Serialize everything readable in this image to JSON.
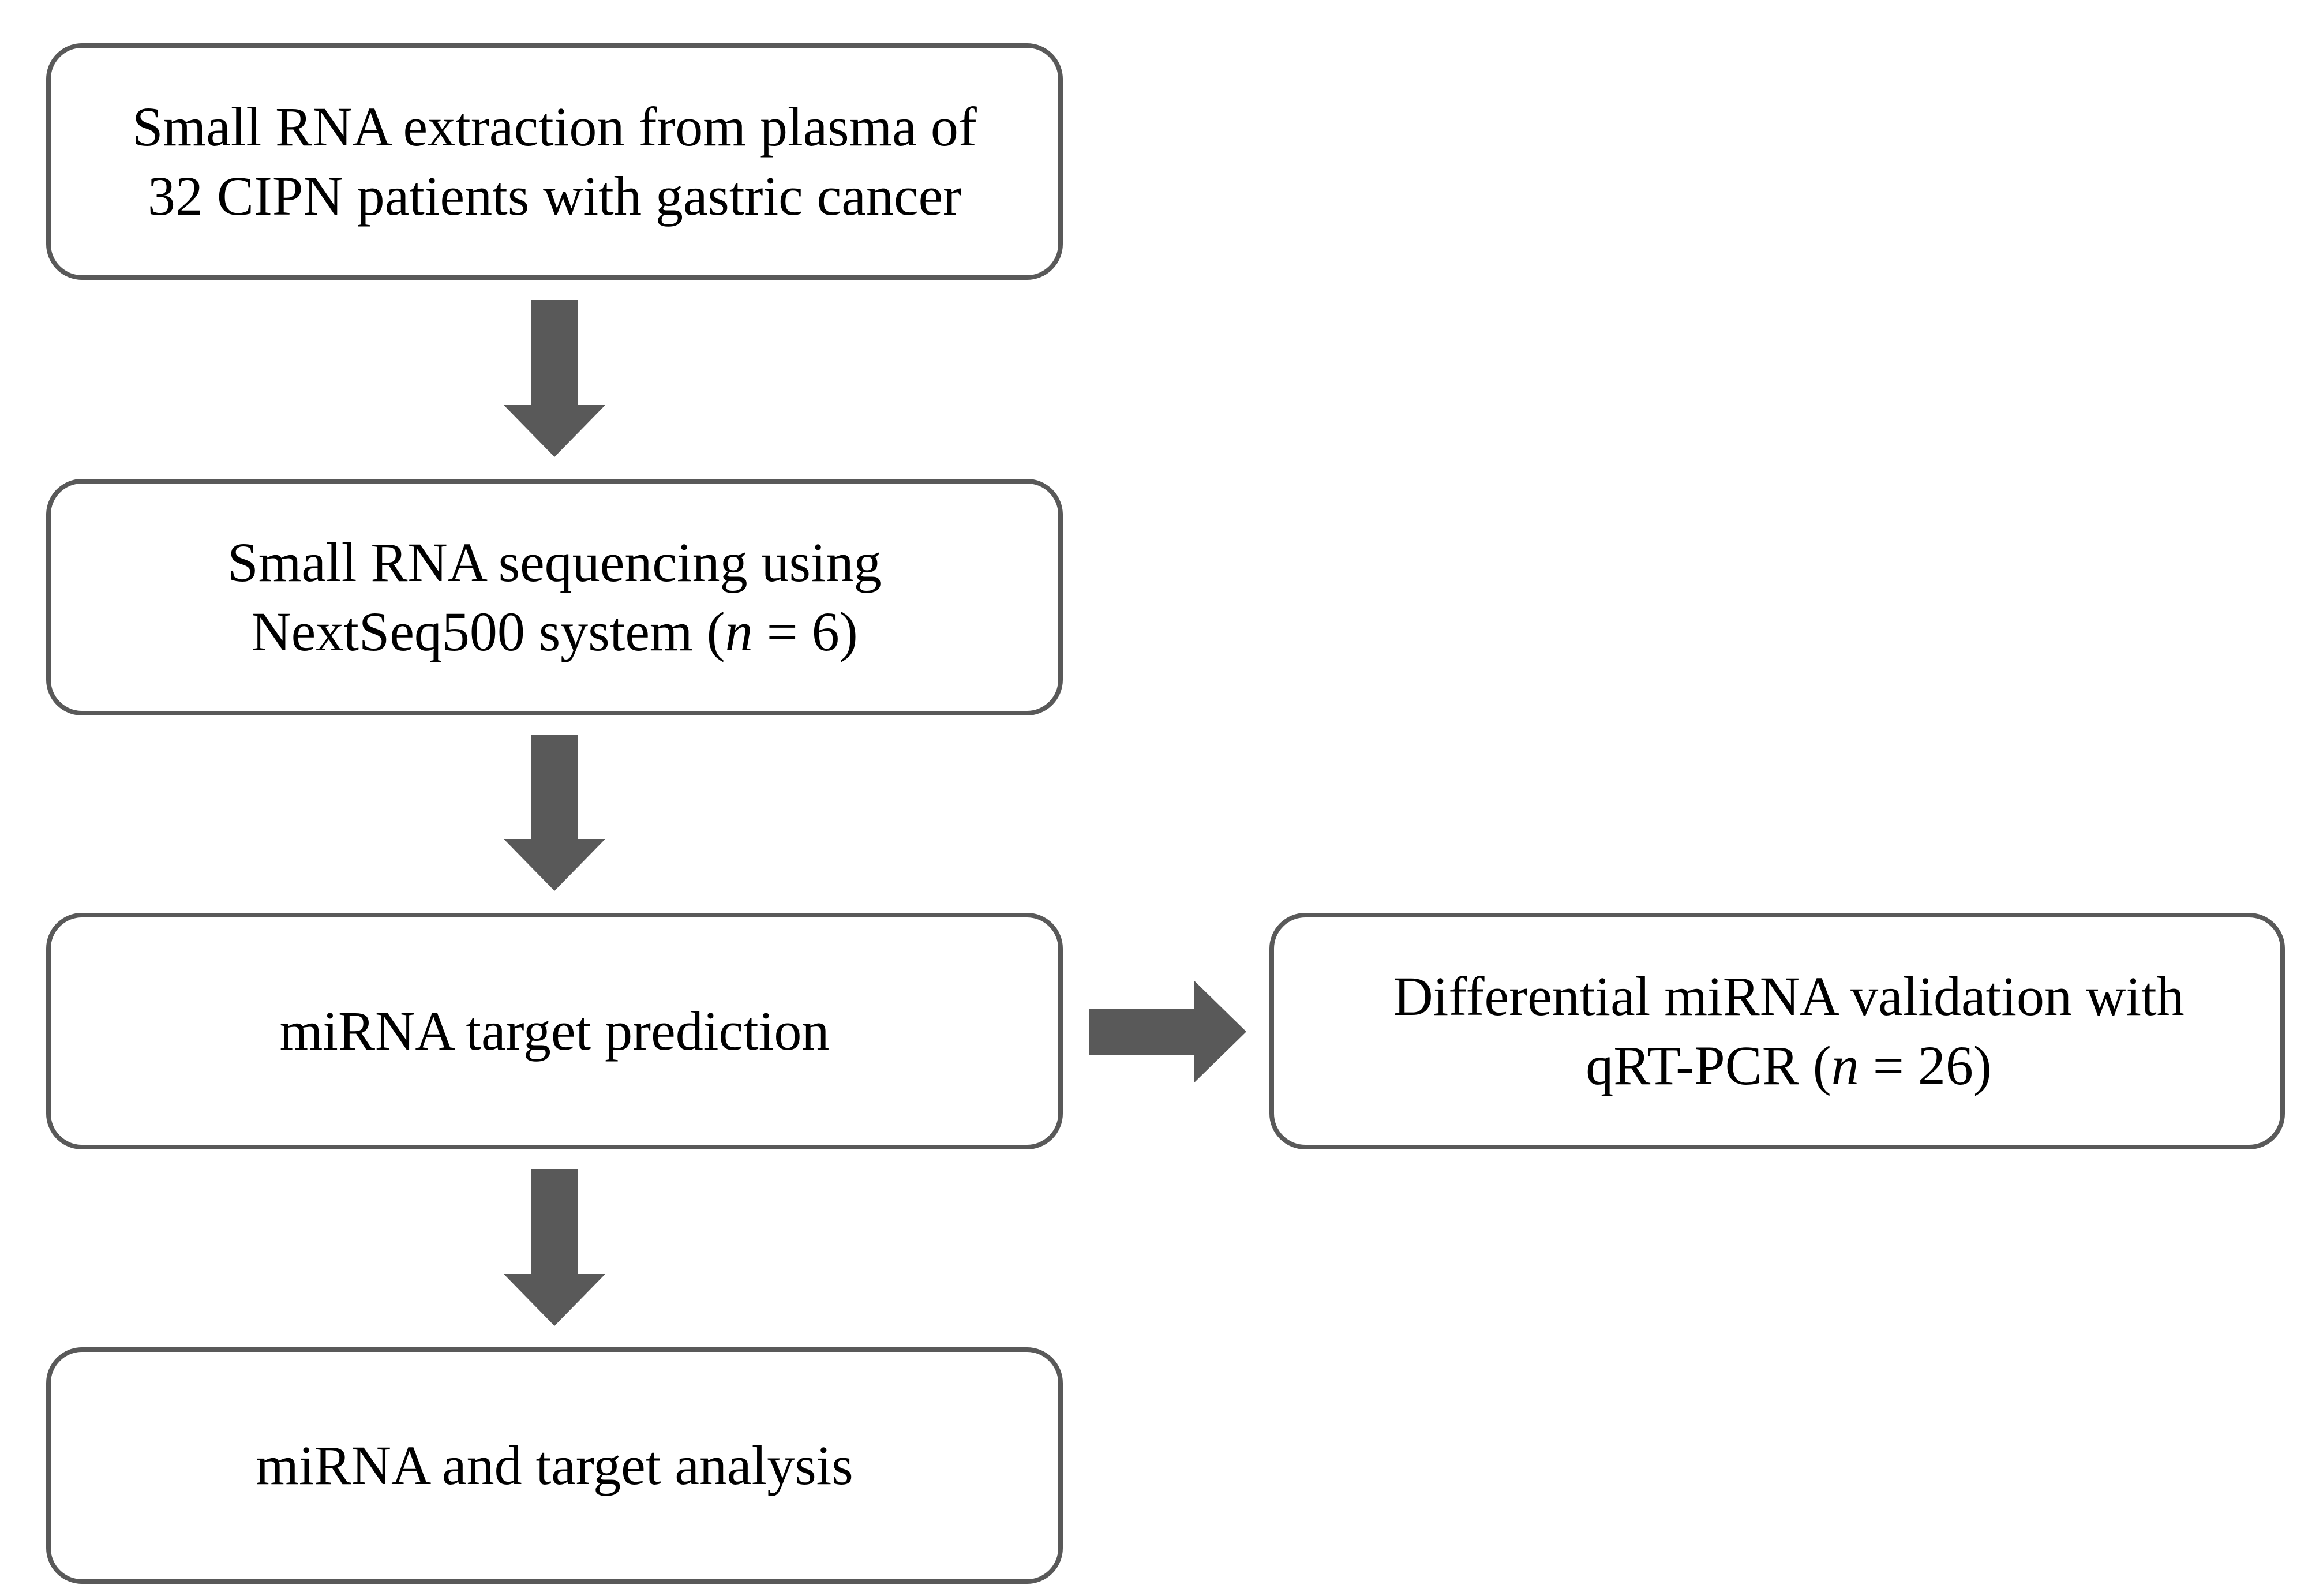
{
  "steps": {
    "extraction": {
      "line1": "Small RNA extraction from plasma of",
      "line2": "32 CIPN patients with gastric cancer"
    },
    "sequencing": {
      "line1": "Small RNA sequencing using",
      "line2_prefix": "NextSeq500 system (",
      "line2_var": "n",
      "line2_suffix": " = 6)"
    },
    "prediction": {
      "line1": "miRNA target prediction"
    },
    "analysis": {
      "line1": "miRNA and target analysis"
    },
    "validation": {
      "line1": "Differential miRNA validation with",
      "line2_prefix": "qRT-PCR (",
      "line2_var": "n",
      "line2_suffix": " = 26)"
    }
  },
  "colors": {
    "box_border": "#595959",
    "arrow_fill": "#595959",
    "text": "#000000",
    "background": "#ffffff"
  }
}
